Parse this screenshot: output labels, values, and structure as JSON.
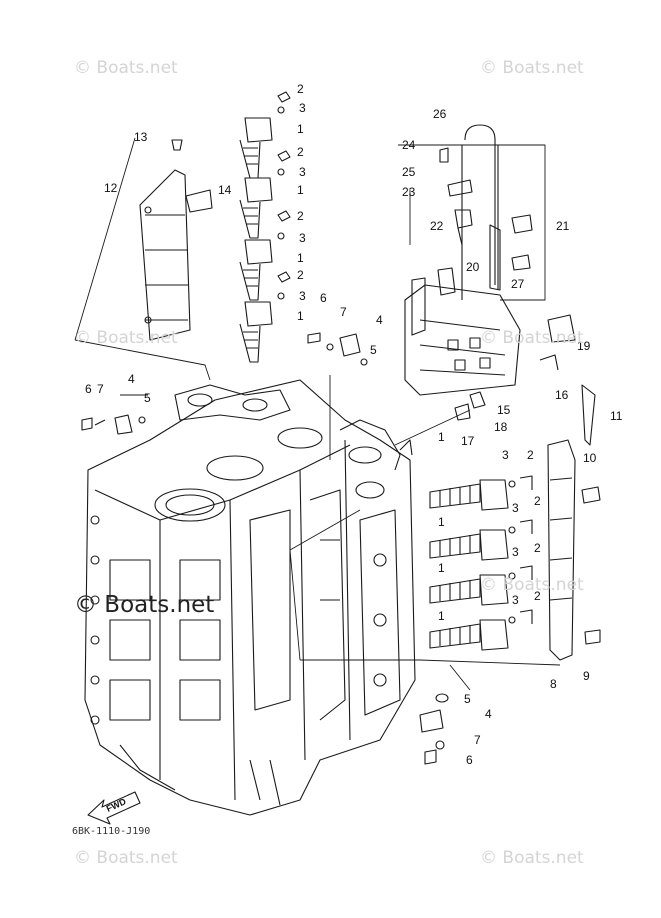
{
  "watermarks": {
    "tl": "© Boats.net",
    "tr": "© Boats.net",
    "ml": "© Boats.net",
    "mr1": "© Boats.net",
    "mr2": "© Boats.net",
    "bl": "© Boats.net",
    "br": "© Boats.net",
    "center": "© Boats.net"
  },
  "diagram_code": "6BK-1110-J190",
  "fwd_label": "FWD",
  "callouts": [
    "1",
    "2",
    "3",
    "4",
    "5",
    "6",
    "7",
    "8",
    "9",
    "10",
    "11",
    "12",
    "13",
    "14",
    "15",
    "16",
    "17",
    "18",
    "19",
    "20",
    "21",
    "22",
    "23",
    "24",
    "25",
    "26",
    "27"
  ]
}
